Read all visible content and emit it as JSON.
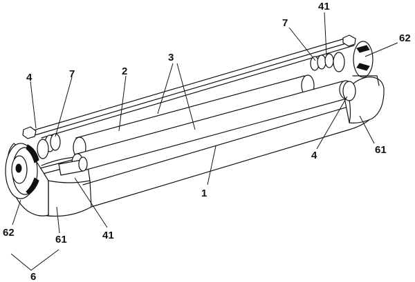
{
  "labels": {
    "l1": "1",
    "l2": "2",
    "l3": "3",
    "l4_left": "4",
    "l4_right": "4",
    "l6": "6",
    "l7_left": "7",
    "l7_right": "7",
    "l41_left": "41",
    "l41_right": "41",
    "l61_left": "61",
    "l61_right": "61",
    "l62_left": "62",
    "l62_right": "62"
  }
}
